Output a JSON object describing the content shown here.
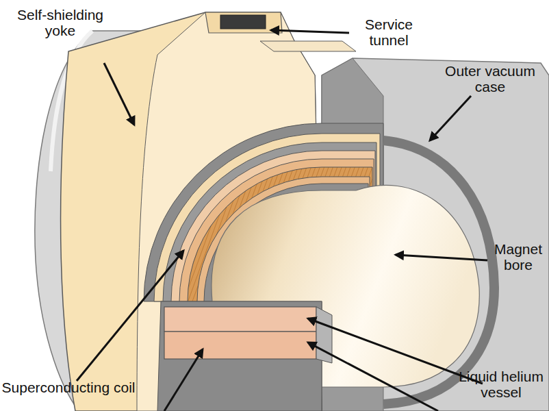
{
  "diagram": {
    "labels": [
      "Self-shielding yoke",
      "Service tunnel",
      "Outer vacuum case",
      "Magnet bore",
      "Liquid helium vessel",
      "Superconducting coil"
    ]
  }
}
